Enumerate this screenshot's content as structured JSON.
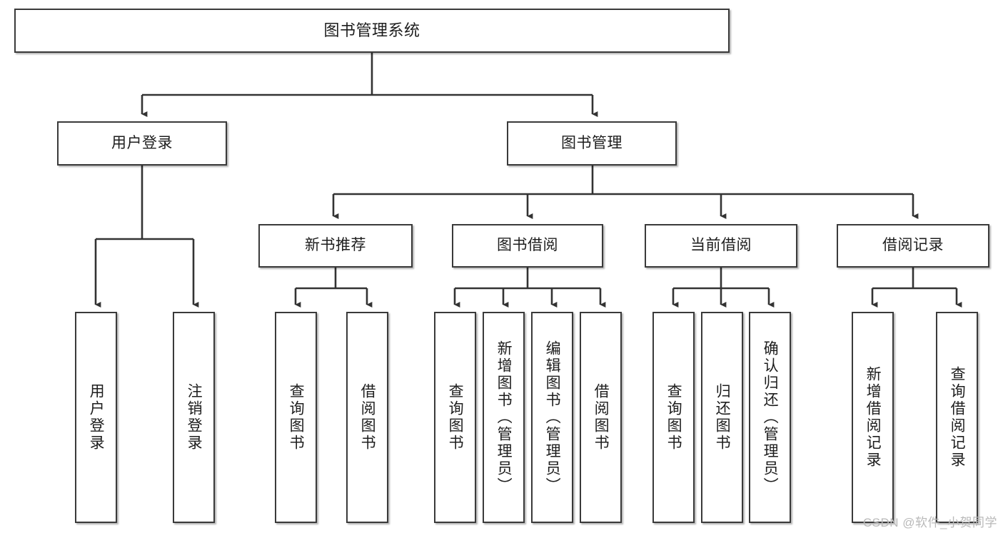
{
  "diagram": {
    "type": "tree-flowchart",
    "title": "图书管理系统",
    "watermark": "CSDN @软件_小贺同学",
    "colors": {
      "box_border": "#3a3a3a",
      "box_fill": "#ffffff",
      "text": "#1d1d1d",
      "connector": "#333333",
      "watermark": "#b9b9b9",
      "background": "#ffffff"
    },
    "nodes": {
      "root": {
        "label": "图书管理系统"
      },
      "level2": [
        {
          "id": "user-login",
          "label": "用户登录"
        },
        {
          "id": "book-manage",
          "label": "图书管理"
        }
      ],
      "level3": [
        {
          "id": "new-book-recommend",
          "label": "新书推荐"
        },
        {
          "id": "book-borrow",
          "label": "图书借阅"
        },
        {
          "id": "current-borrow",
          "label": "当前借阅"
        },
        {
          "id": "borrow-record",
          "label": "借阅记录"
        }
      ],
      "leaves": {
        "user_login": [
          {
            "id": "leaf-user-login",
            "label": "用户登录"
          },
          {
            "id": "leaf-logout-login",
            "label": "注销登录"
          }
        ],
        "new_book_recommend": [
          {
            "id": "leaf-query-book-1",
            "label": "查询图书"
          },
          {
            "id": "leaf-borrow-book-1",
            "label": "借阅图书"
          }
        ],
        "book_borrow": [
          {
            "id": "leaf-query-book-2",
            "label": "查询图书"
          },
          {
            "id": "leaf-add-book",
            "label": "新增图书（管理员）"
          },
          {
            "id": "leaf-edit-book",
            "label": "编辑图书（管理员）"
          },
          {
            "id": "leaf-borrow-book-2",
            "label": "借阅图书"
          }
        ],
        "current_borrow": [
          {
            "id": "leaf-query-book-3",
            "label": "查询图书"
          },
          {
            "id": "leaf-return-book",
            "label": "归还图书"
          },
          {
            "id": "leaf-confirm-return",
            "label": "确认归还（管理员）"
          }
        ],
        "borrow_record": [
          {
            "id": "leaf-add-record",
            "label": "新增借阅记录"
          },
          {
            "id": "leaf-query-record",
            "label": "查询借阅记录"
          }
        ]
      }
    }
  }
}
